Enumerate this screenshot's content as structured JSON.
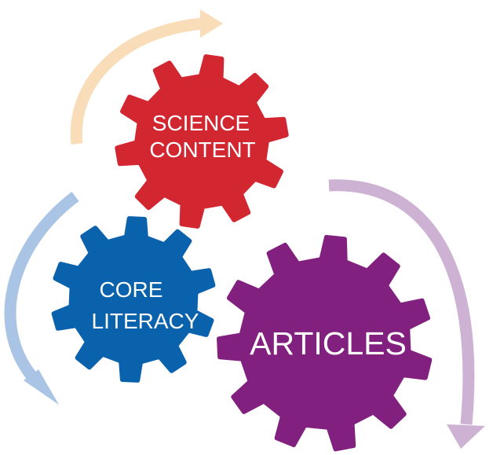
{
  "gears": [
    {
      "id": "science-content",
      "lines": [
        "SCIENCE",
        "CONTENT"
      ],
      "color": "#d22630"
    },
    {
      "id": "core-literacy",
      "lines": [
        "CORE",
        "LITERACY"
      ],
      "color": "#0a62ad"
    },
    {
      "id": "articles",
      "lines": [
        "ARTICLES"
      ],
      "color": "#82207f"
    }
  ],
  "arrows": [
    {
      "id": "top-arrow",
      "color": "#f9dcb8"
    },
    {
      "id": "left-arrow",
      "color": "#a9c4e4"
    },
    {
      "id": "right-arrow",
      "color": "#cdb2d4"
    }
  ]
}
